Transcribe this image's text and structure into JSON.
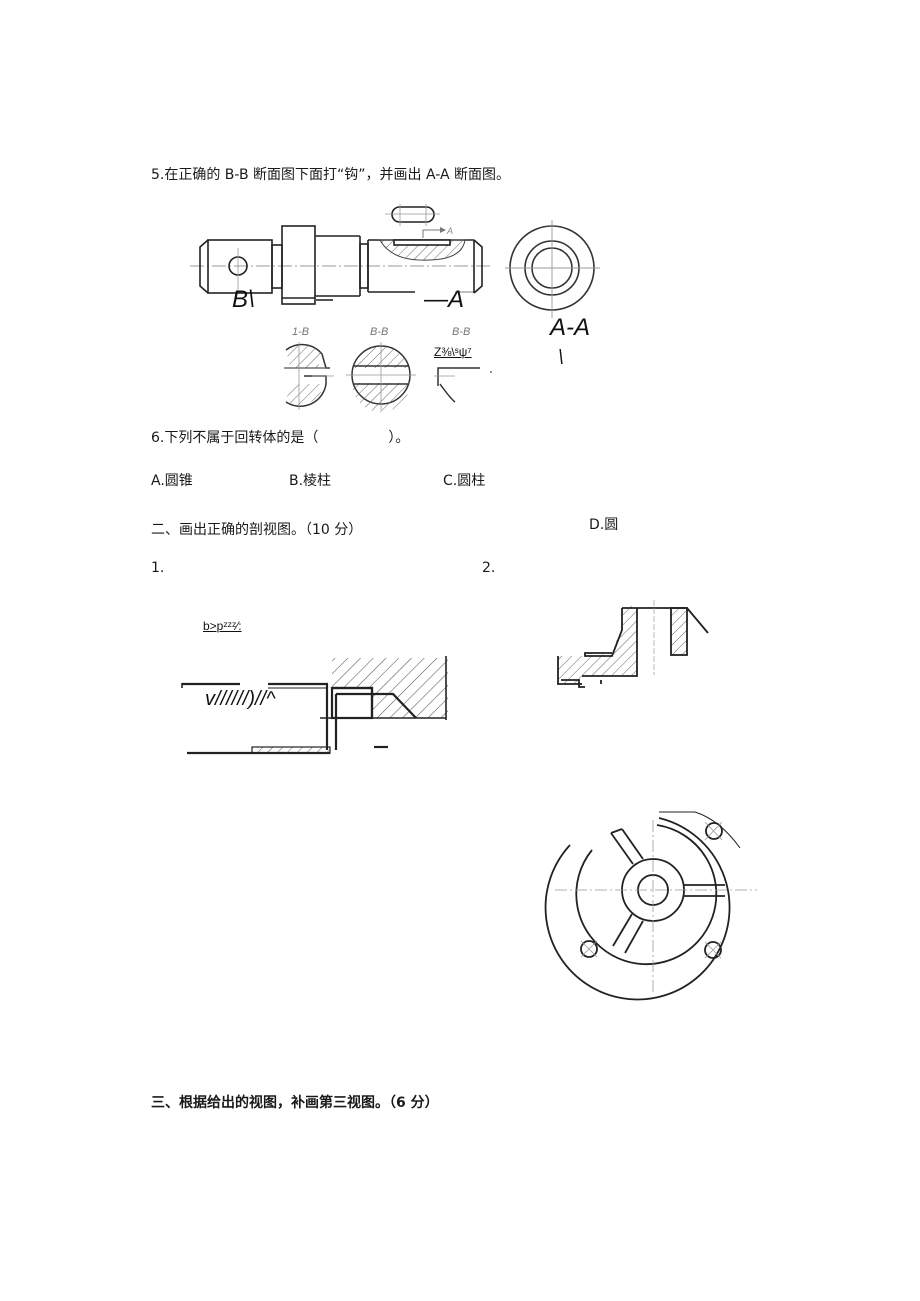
{
  "question5": {
    "text": "5.在正确的 B-B 断面图下面打“钩”，并画出 A-A 断面图。",
    "labels": {
      "b_mark": "B\\",
      "a_mark": "—A",
      "aa_title": "A-A",
      "aa_tick": "\\",
      "arrow_a": "A",
      "section1_title": "1-B",
      "section2_title": "B-B",
      "section3_title": "B-B",
      "section3_ocr": "Z⅜\\ˢψ⁷"
    }
  },
  "question6": {
    "text": "6.下列不属于回转体的是（　　　　　）。",
    "options": [
      {
        "key": "A",
        "label": "A.圆锥"
      },
      {
        "key": "B",
        "label": "B.棱柱"
      },
      {
        "key": "C",
        "label": "C.圆柱"
      },
      {
        "key": "D",
        "label": "D.圆"
      }
    ]
  },
  "section2": {
    "heading": "二、画出正确的剖视图。（10 分）",
    "item1": "1.",
    "item2": "2.",
    "ocr_text1": "b>pᶻᶻᶻ⁄:",
    "ocr_text2": "v//////)//^"
  },
  "section3": {
    "heading": "三、根据给出的视图，补画第三视图。（6 分）"
  }
}
